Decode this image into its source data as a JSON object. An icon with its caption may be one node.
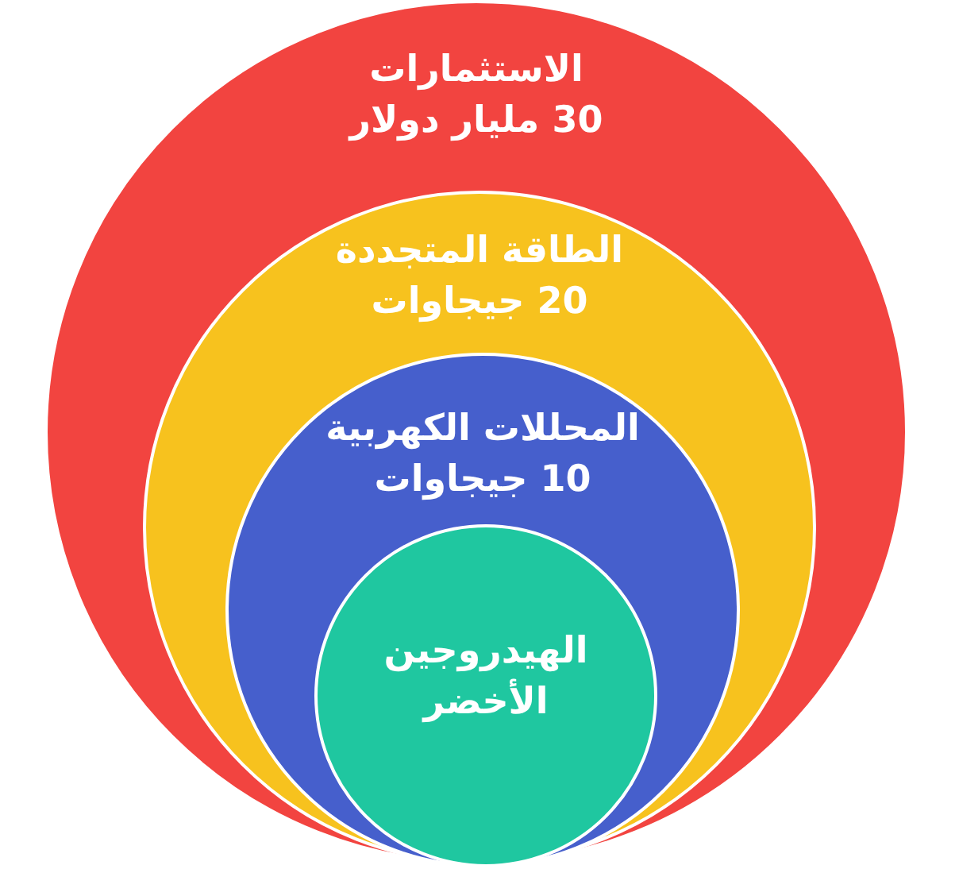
{
  "diagram": {
    "nodes": [
      {
        "text": [
          "الاستثمارات",
          "30 مليار دولار"
        ]
      },
      {
        "text": [
          "الطاقة المتجددة",
          "20 جيجاوات"
        ],
        "in": 0
      },
      {
        "text": [
          "المحللات الكهربية",
          "10 جيجاوات"
        ],
        "in": 1
      },
      {
        "text": [
          "الهيدروجين الأخضر"
        ],
        "in": 2
      }
    ]
  }
}
